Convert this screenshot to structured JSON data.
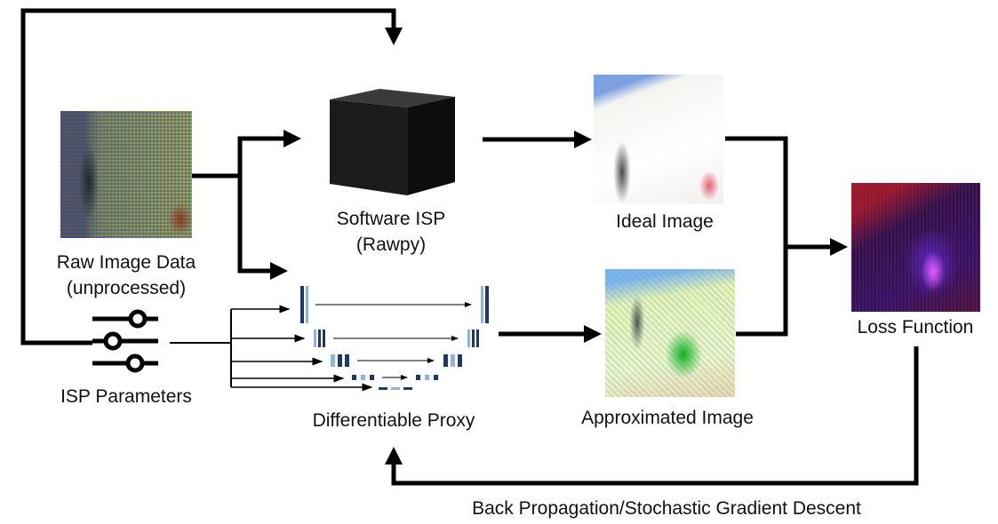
{
  "nodes": {
    "raw_image": {
      "line1": "Raw Image Data",
      "line2": "(unprocessed)"
    },
    "isp_params": {
      "label": "ISP Parameters"
    },
    "software_isp": {
      "line1": "Software ISP",
      "line2": "(Rawpy)"
    },
    "ideal_image": {
      "label": "Ideal Image"
    },
    "proxy": {
      "label": "Differentiable Proxy"
    },
    "approx_image": {
      "label": "Approximated Image"
    },
    "loss": {
      "label": "Loss Function"
    }
  },
  "feedback": {
    "label": "Back Propagation/Stochastic Gradient Descent"
  },
  "colors": {
    "arrow": "#000000",
    "unet_dark": "#1f3a5f",
    "unet_light": "#8fb3dd",
    "cube": "#1a1a1a"
  },
  "icons": {
    "isp_params": "sliders-icon",
    "software_isp": "black-box-cube-icon",
    "proxy": "unet-architecture-icon"
  }
}
